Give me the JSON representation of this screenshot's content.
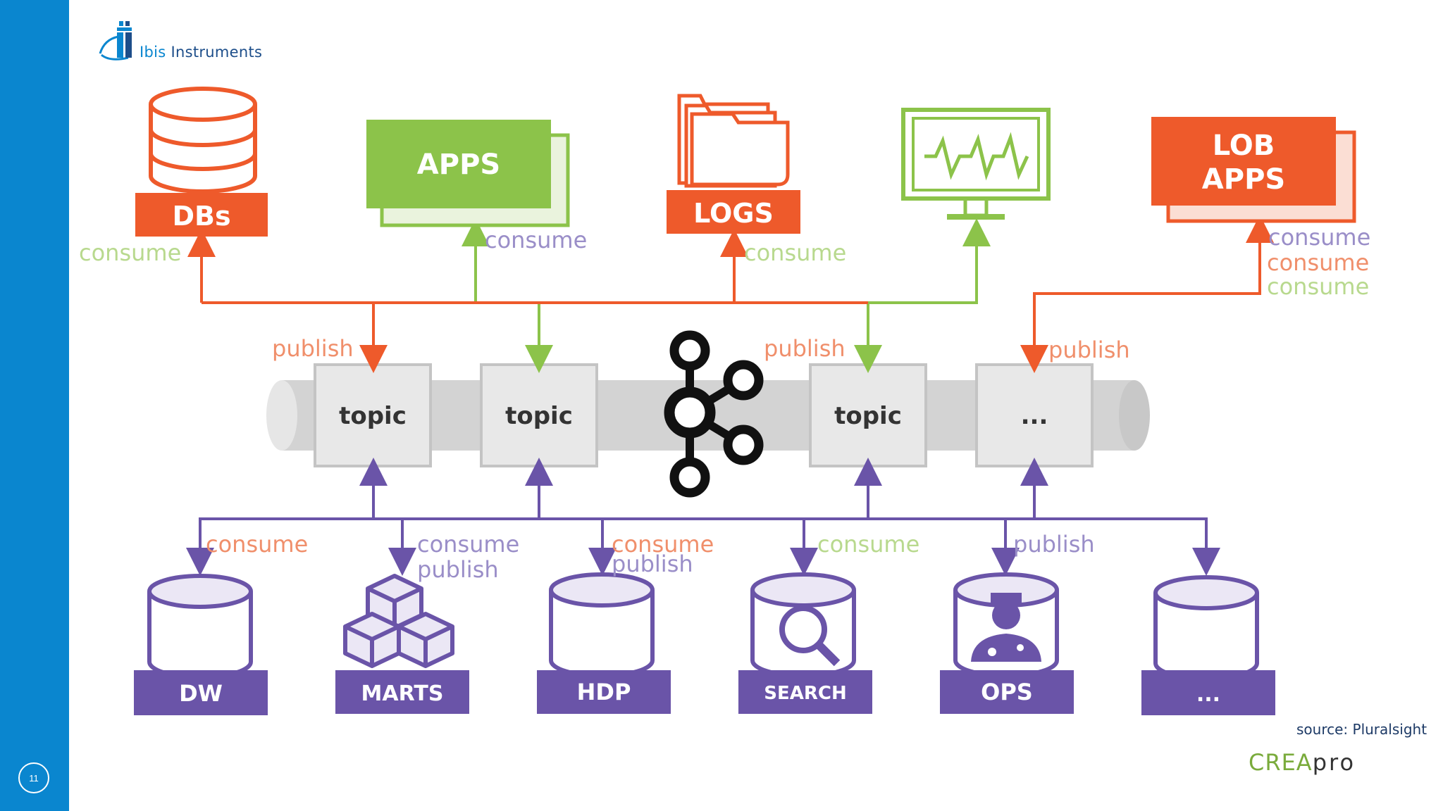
{
  "slide": {
    "number": "11"
  },
  "logo": {
    "brand_accent": "Ibis",
    "brand_rest": " Instruments",
    "icon": "ibis-logo-icon"
  },
  "footer": {
    "source": "source: Pluralsight",
    "brand_part1": "CREA",
    "brand_part2": "pro"
  },
  "colors": {
    "orange": "#ee5a2b",
    "green": "#8cc34a",
    "purple": "#6a54a8",
    "lavender": "#9a8ec8",
    "gray": "#d8d8d8",
    "sidebar": "#0a86cf"
  },
  "producers": {
    "dbs": {
      "label": "DBs",
      "icon": "database-icon"
    },
    "apps": {
      "label": "APPS",
      "icon": "stacked-window-icon"
    },
    "logs": {
      "label": "LOGS",
      "icon": "folder-icon"
    },
    "monitor": {
      "icon": "heartbeat-monitor-icon"
    },
    "lob": {
      "line1": "LOB",
      "line2": "APPS"
    }
  },
  "topics": {
    "t1": "topic",
    "t2": "topic",
    "t3": "topic",
    "t4": "..."
  },
  "kafka": {
    "icon": "kafka-logo-icon"
  },
  "consumers": {
    "dw": {
      "label": "DW",
      "icon": "cylinder-icon"
    },
    "marts": {
      "label": "MARTS",
      "icon": "cubes-icon"
    },
    "hdp": {
      "label": "HDP",
      "icon": "cylinder-icon"
    },
    "search": {
      "label": "SEARCH",
      "icon": "search-icon"
    },
    "ops": {
      "label": "OPS",
      "icon": "doctor-icon"
    },
    "more": {
      "label": "...",
      "icon": "cylinder-icon"
    }
  },
  "edge_labels": {
    "dbs_consume": "consume",
    "apps_consume": "consume",
    "logs_consume": "consume",
    "lob_consume_1": "consume",
    "lob_consume_2": "consume",
    "lob_consume_3": "consume",
    "publish_1": "publish",
    "publish_2": "publish",
    "publish_3": "publish",
    "dw_consume": "consume",
    "marts_consume": "consume",
    "marts_publish": "publish",
    "hdp_consume": "consume",
    "hdp_publish": "publish",
    "search_consume": "consume",
    "ops_publish": "publish"
  }
}
